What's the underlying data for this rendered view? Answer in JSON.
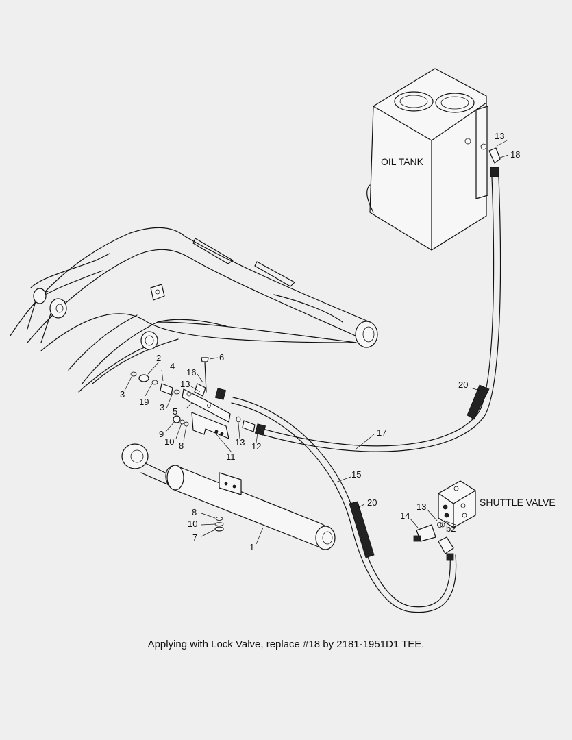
{
  "components": {
    "oil_tank": "OIL TANK",
    "shuttle_valve": "SHUTTLE VALVE",
    "port_b2": "b2"
  },
  "callouts": [
    "1",
    "2",
    "3",
    "3",
    "4",
    "5",
    "6",
    "7",
    "8",
    "8",
    "9",
    "10",
    "10",
    "11",
    "12",
    "13",
    "13",
    "13",
    "13",
    "14",
    "15",
    "16",
    "17",
    "18",
    "19",
    "20",
    "20"
  ],
  "note": "Applying with Lock Valve, replace #18 by 2181-1951D1 TEE."
}
